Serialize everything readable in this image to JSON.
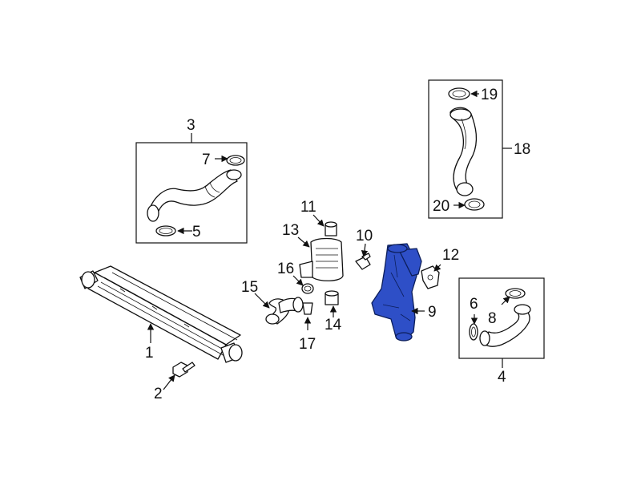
{
  "diagram": {
    "highlight_color": "#2e4fc7",
    "callouts": [
      {
        "id": "1",
        "text": "1"
      },
      {
        "id": "2",
        "text": "2"
      },
      {
        "id": "3",
        "text": "3"
      },
      {
        "id": "4",
        "text": "4"
      },
      {
        "id": "5",
        "text": "5"
      },
      {
        "id": "6",
        "text": "6"
      },
      {
        "id": "7",
        "text": "7"
      },
      {
        "id": "8",
        "text": "8"
      },
      {
        "id": "9",
        "text": "9"
      },
      {
        "id": "10",
        "text": "10"
      },
      {
        "id": "11",
        "text": "11"
      },
      {
        "id": "12",
        "text": "12"
      },
      {
        "id": "13",
        "text": "13"
      },
      {
        "id": "14",
        "text": "14"
      },
      {
        "id": "15",
        "text": "15"
      },
      {
        "id": "16",
        "text": "16"
      },
      {
        "id": "17",
        "text": "17"
      },
      {
        "id": "18",
        "text": "18"
      },
      {
        "id": "19",
        "text": "19"
      },
      {
        "id": "20",
        "text": "20"
      }
    ]
  }
}
